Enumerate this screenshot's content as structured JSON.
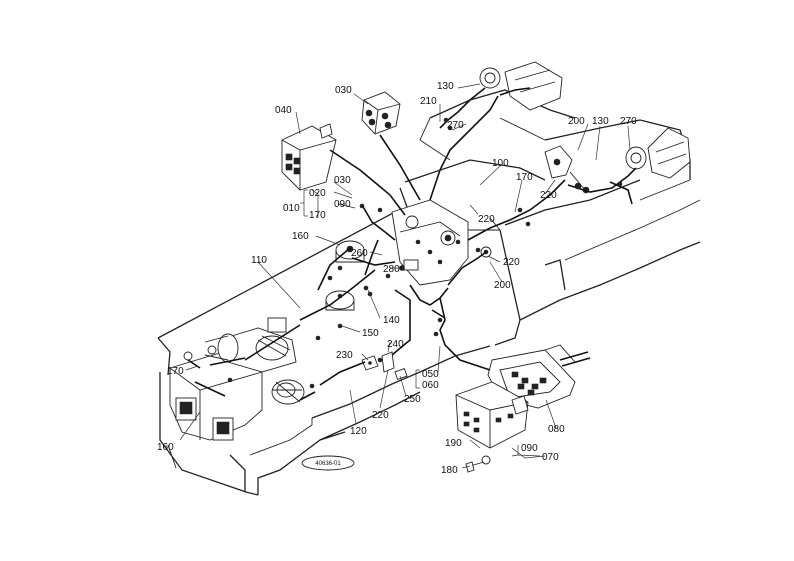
{
  "diagram": {
    "reference_code": "40636-01",
    "callouts": [
      {
        "id": "c040",
        "text": "040"
      },
      {
        "id": "c030a",
        "text": "030"
      },
      {
        "id": "c130a",
        "text": "130"
      },
      {
        "id": "c210",
        "text": "210"
      },
      {
        "id": "c270a",
        "text": "270"
      },
      {
        "id": "c200a",
        "text": "200"
      },
      {
        "id": "c130b",
        "text": "130"
      },
      {
        "id": "c270b",
        "text": "270"
      },
      {
        "id": "c100",
        "text": "100"
      },
      {
        "id": "c170a",
        "text": "170"
      },
      {
        "id": "c220a",
        "text": "220"
      },
      {
        "id": "c220b",
        "text": "220"
      },
      {
        "id": "c030b",
        "text": "030"
      },
      {
        "id": "c020",
        "text": "020"
      },
      {
        "id": "c090a",
        "text": "090"
      },
      {
        "id": "c010",
        "text": "010"
      },
      {
        "id": "c170b",
        "text": "170"
      },
      {
        "id": "c160a",
        "text": "160"
      },
      {
        "id": "c260",
        "text": "260"
      },
      {
        "id": "c280",
        "text": "280"
      },
      {
        "id": "c220c",
        "text": "220"
      },
      {
        "id": "c200b",
        "text": "200"
      },
      {
        "id": "c110",
        "text": "110"
      },
      {
        "id": "c140",
        "text": "140"
      },
      {
        "id": "c150",
        "text": "150"
      },
      {
        "id": "c240",
        "text": "240"
      },
      {
        "id": "c230",
        "text": "230"
      },
      {
        "id": "c170c",
        "text": "170"
      },
      {
        "id": "c050",
        "text": "050"
      },
      {
        "id": "c060",
        "text": "060"
      },
      {
        "id": "c250",
        "text": "250"
      },
      {
        "id": "c220d",
        "text": "220"
      },
      {
        "id": "c120",
        "text": "120"
      },
      {
        "id": "c080",
        "text": "080"
      },
      {
        "id": "c190",
        "text": "190"
      },
      {
        "id": "c090b",
        "text": "090"
      },
      {
        "id": "c070",
        "text": "070"
      },
      {
        "id": "c180",
        "text": "180"
      },
      {
        "id": "c160b",
        "text": "160"
      }
    ]
  }
}
